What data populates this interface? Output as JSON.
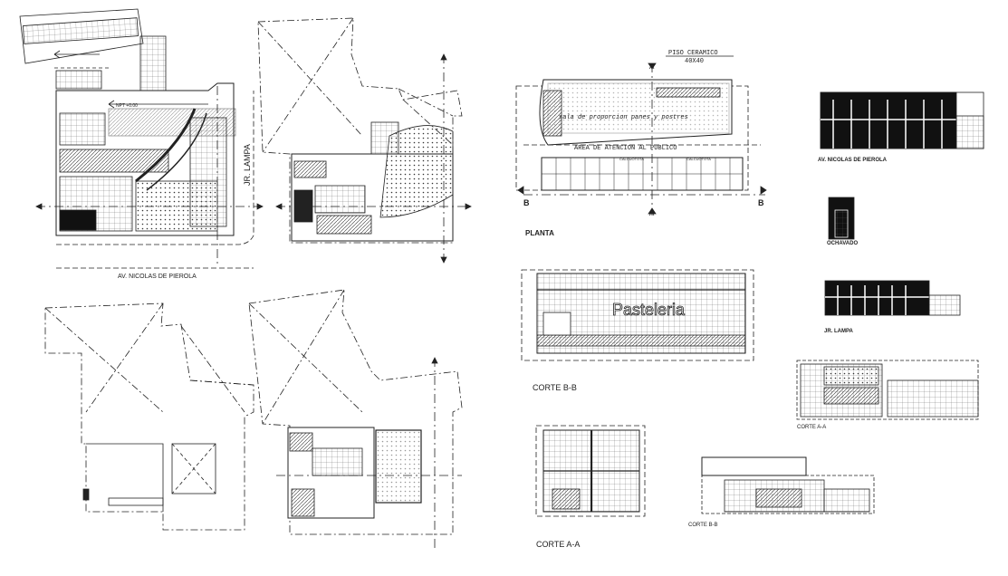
{
  "site_plan": {
    "street_bottom": "AV. NICOLAS DE PIEROLA",
    "street_right": "JR. LAMPA",
    "level_tag": "NPT +0.00"
  },
  "ground_plan": {
    "floor_note": "PISO CERAMICO",
    "floor_size": "40X40",
    "room_upper": "sala de proporcion panes y postres",
    "room_lower": "AREA DE ATENCION AL PUBLICO",
    "section_a": "A",
    "section_b": "B",
    "sub_label_1": "CALCUOTOTA",
    "sub_label_2": "CALCUOTOTA",
    "title": "PLANTA"
  },
  "section_bb": {
    "sign_text": "Pasteleria",
    "title": "CORTE B-B"
  },
  "section_aa": {
    "title": "CORTE A-A"
  },
  "elevations": {
    "front_title": "AV. NICOLAS DE PIEROLA",
    "ochavado_title": "OCHAVADO",
    "side_title": "JR. LAMPA"
  },
  "small_sections": {
    "corte_aa": "CORTE A-A",
    "corte_bb": "CORTE B-B"
  }
}
